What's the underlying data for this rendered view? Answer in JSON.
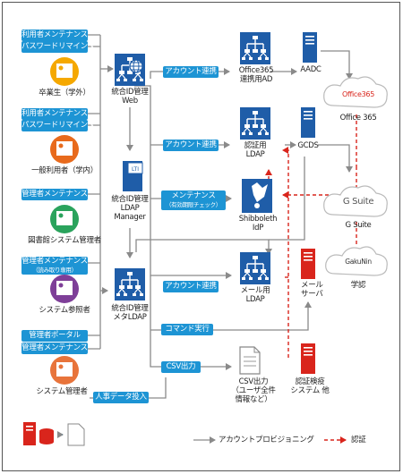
{
  "users": [
    {
      "pills": [
        "利用者メンテナンス",
        "パスワードリマインダ"
      ],
      "label": "卒業生（学外）",
      "color": "#f5a800"
    },
    {
      "pills": [
        "利用者メンテナンス",
        "パスワードリマインダ"
      ],
      "label": "一般利用者（学内）",
      "color": "#e86a1c"
    },
    {
      "pills": [
        "管理者メンテナンス"
      ],
      "label": "図書館システム管理者",
      "color": "#2aa35c"
    },
    {
      "pills": [
        "管理者メンテナンス",
        "（読み取り専用）"
      ],
      "label": "システム参照者",
      "color": "#7e3f98"
    },
    {
      "pills": [
        "管理者ポータル",
        "管理者メンテナンス"
      ],
      "label": "システム管理者",
      "color": "#e8743b"
    }
  ],
  "nodes": {
    "idm_web": "統合ID管理\nWeb",
    "idm_ldap_manager": "統合ID管理\nLDAP\nManager",
    "idm_meta_ldap": "統合ID管理\nメタLDAP",
    "office365_ad": "Office365\n連携用AD",
    "aadc": "AADC",
    "auth_ldap": "認証用\nLDAP",
    "gcds": "GCDS",
    "shibboleth": "Shibboleth\nIdP",
    "mail_ldap": "メール用\nLDAP",
    "mail_server": "メール\nサーバ",
    "csv_output": "CSV出力\n（ユーザ全件\n情報など）",
    "auth_quarantine": "認証検疫\nシステム 他"
  },
  "clouds": {
    "office365_logo": "Office365",
    "office365_label": "Office 365",
    "gsuite_logo": "G Suite",
    "gsuite_label": "G Suite",
    "gakunin_logo": "GakuNin",
    "gakunin_label": "学認"
  },
  "flows": {
    "account_sync_1": "アカウント連携",
    "account_sync_2": "アカウント連携",
    "maintenance": "メンテナンス",
    "maintenance_sub": "（有効期限チェック）",
    "account_sync_3": "アカウント連携",
    "command_exec": "コマンド実行",
    "csv_output": "CSV出力",
    "hr_data_input": "人事データ投入"
  },
  "legend": {
    "provisioning": "アカウントプロビジョニング",
    "auth": "認証"
  },
  "colors": {
    "accent": "#1d94d4",
    "server": "#1f5da8",
    "red": "#d9251c",
    "line": "#8a8a8a"
  }
}
